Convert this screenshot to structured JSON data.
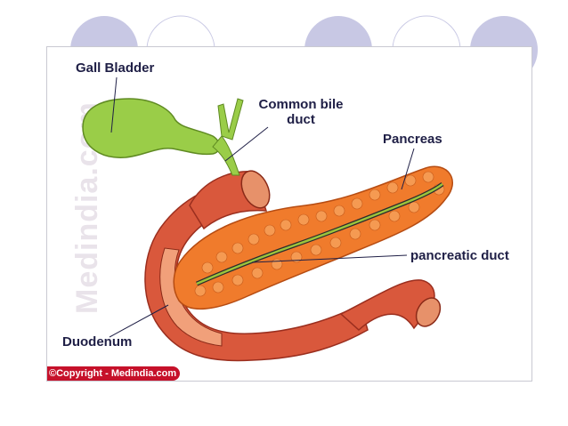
{
  "diagram": {
    "labels": {
      "gall_bladder": "Gall Bladder",
      "common_bile_duct_line1": "Common bile",
      "common_bile_duct_line2": "duct",
      "pancreas": "Pancreas",
      "pancreatic_duct": "pancreatic duct",
      "duodenum": "Duodenum"
    },
    "watermark": "Medindia.com",
    "copyright": "©Copyright - Medindia.com"
  },
  "colors": {
    "slide_circle": "#c8c8e4",
    "gall_bladder": "#9acd48",
    "duodenum": "#d9583c",
    "pancreas": "#f07b2c",
    "pancreatic_duct": "#9bc43c",
    "label_text": "#1f1f46",
    "copyright_bg": "#c6112a"
  }
}
